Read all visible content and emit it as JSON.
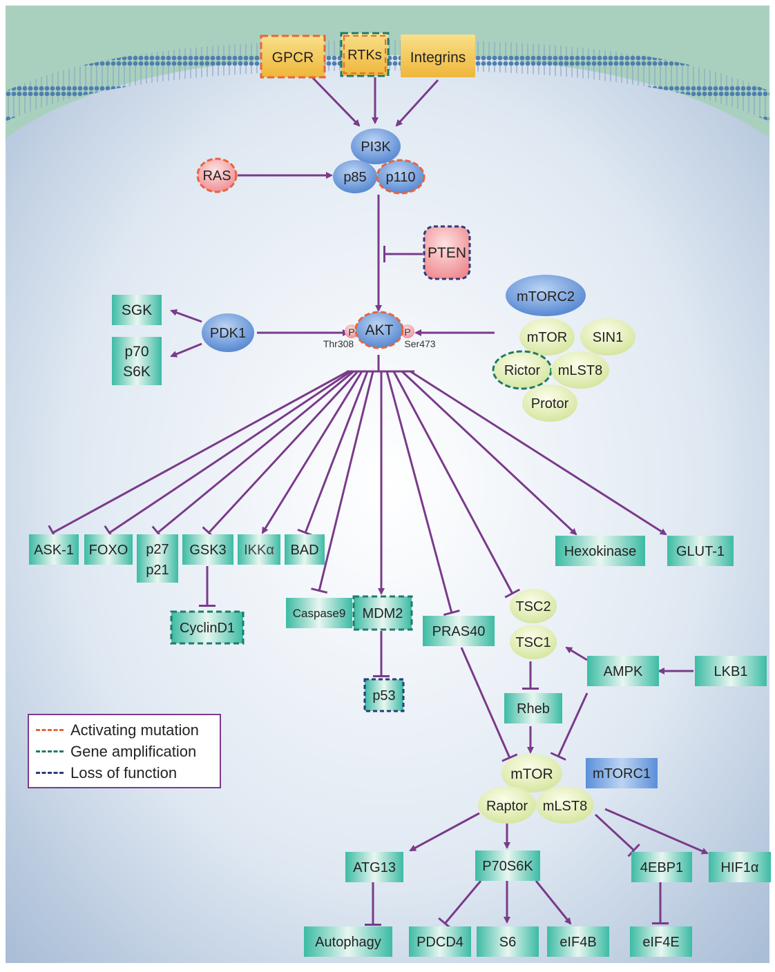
{
  "colors": {
    "arrow": "#7a3a8a",
    "activating": "#e8643a",
    "amplification": "#1f7a6a",
    "loss": "#2b3a7a",
    "teal_box": "#3cbba4",
    "blue_node": "#5b8fd8",
    "pale_node": "#e4efb8",
    "pink_node": "#f2a0a4",
    "receptor": "#f2c84a"
  },
  "receptors": {
    "gpcr": "GPCR",
    "rtks": "RTKs",
    "integrins": "Integrins"
  },
  "pi3k": {
    "label": "PI3K",
    "p85": "p85",
    "p110": "p110"
  },
  "ras": "RAS",
  "pten": "PTEN",
  "akt": {
    "label": "AKT",
    "p": "P",
    "thr": "Thr308",
    "ser": "Ser473"
  },
  "pdk1": "PDK1",
  "sgk": "SGK",
  "p70s6k_top": {
    "line1": "p70",
    "line2": "S6K"
  },
  "mtorc2": {
    "label": "mTORC2",
    "mtor": "mTOR",
    "sin1": "SIN1",
    "rictor": "Rictor",
    "mlst8": "mLST8",
    "protor": "Protor"
  },
  "targets": {
    "ask1": "ASK-1",
    "foxo": "FOXO",
    "p27": "p27",
    "p21": "p21",
    "gsk3": "GSK3",
    "ikka": "IKKα",
    "bad": "BAD",
    "hexokinase": "Hexokinase",
    "glut1": "GLUT-1",
    "cyclind1": "CyclinD1",
    "caspase9": "Caspase9",
    "mdm2": "MDM2",
    "p53": "p53",
    "pras40": "PRAS40",
    "tsc2": "TSC2",
    "tsc1": "TSC1",
    "ampk": "AMPK",
    "lkb1": "LKB1",
    "rheb": "Rheb"
  },
  "mtorc1": {
    "label": "mTORC1",
    "mtor": "mTOR",
    "raptor": "Raptor",
    "mlst8": "mLST8"
  },
  "downstream": {
    "atg13": "ATG13",
    "p70s6k": "P70S6K",
    "4ebp1": "4EBP1",
    "hif1a": "HIF1α",
    "autophagy": "Autophagy",
    "pdcd4": "PDCD4",
    "s6": "S6",
    "eif4b": "eIF4B",
    "eif4e": "eIF4E"
  },
  "legend": {
    "activating": "Activating mutation",
    "amplification": "Gene amplification",
    "loss": "Loss of function"
  }
}
